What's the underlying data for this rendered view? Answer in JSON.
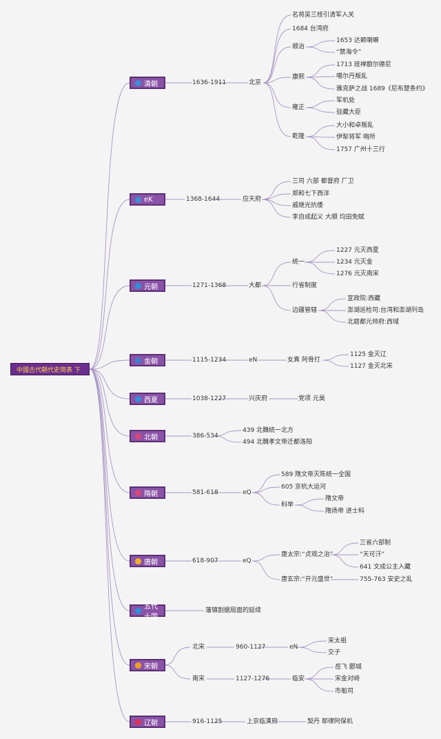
{
  "root": "中國古代朝代史简表 下",
  "dynasties": [
    {
      "name": "清朝",
      "icon": "water-drop-icon",
      "icon_color": "#3a8fd6",
      "branch": [
        "1636-1911",
        "北京"
      ],
      "items": [
        "名将吴三桂引清军入关",
        "1684 台湾府",
        "顺治",
        "1653 达赖喇嘛",
        "“禁海令”",
        "康熙",
        "1713 班禅额尔德尼",
        "噶尔丹叛乱",
        "雅克萨之战 1689《尼布楚条约》",
        "雍正",
        "军机处",
        "驻藏大臣",
        "乾隆",
        "大小和卓叛乱",
        "伊犁将军 哨所",
        "1757 广州十三行"
      ]
    },
    {
      "name": "eK",
      "icon": "water-drop-icon",
      "icon_color": "#3a8fd6",
      "branch": [
        "1368-1644",
        "应天府"
      ],
      "items": [
        "三司 六部 都督府 厂卫",
        "郑和七下西洋",
        "戚继光抗倭",
        "李自成起义 大顺 均田免赋"
      ]
    },
    {
      "name": "元朝",
      "icon": "circle-icon",
      "icon_color": "#2f8fd9",
      "branch": [
        "1271-1368",
        "大都"
      ],
      "items": [
        "统一",
        "1227 元灭西夏",
        "1234 元灭金",
        "1276 元灭南宋",
        "行省制度",
        "边疆管辖",
        "宣政院:西藏",
        "澎湖巡检司:台湾和澎湖列岛",
        "北庭都元帅府:西域"
      ]
    },
    {
      "name": "金朝",
      "icon": "gear-icon",
      "icon_color": "#3f7fd0",
      "branch": [
        "1115-1234",
        "eN",
        "女真 阿骨打"
      ],
      "items": [
        "1125 金灭辽",
        "1127 金灭北宋"
      ]
    },
    {
      "name": "西夏",
      "icon": "square-icon",
      "icon_color": "#2e90d8",
      "branch": [
        "1038-1227",
        "兴庆府",
        "党项 元昊"
      ],
      "items": []
    },
    {
      "name": "北朝",
      "icon": "ring-icon",
      "icon_color": "#d9477a",
      "branch": [
        "386-534"
      ],
      "items": [
        "439 北魏统一北方",
        "494 北魏孝文帝迁都洛阳"
      ]
    },
    {
      "name": "隋朝",
      "icon": "ring-icon",
      "icon_color": "#d9477a",
      "branch": [
        "581-618",
        "eQ"
      ],
      "items": [
        "589 隋文帝灭陈统一全国",
        "605 京杭大运河",
        "科举",
        "隋文帝",
        "隋炀帝 进士科"
      ]
    },
    {
      "name": "唐朝",
      "icon": "gem-icon",
      "icon_color": "#f0b323",
      "branch": [
        "618-907",
        "eQ"
      ],
      "items": [
        "唐太宗:“贞观之治”",
        "三省六部制",
        "“天可汗”",
        "641 文成公主入藏",
        "唐玄宗:“开元盛世”",
        "755-763 安史之乱"
      ]
    },
    {
      "name": "五代十国",
      "icon": "square-icon",
      "icon_color": "#2e90d8",
      "branch": [
        "藩镇割据局面的延续"
      ],
      "items": []
    },
    {
      "name": "宋朝",
      "icon": "flower-icon",
      "icon_color": "#f0a020",
      "branch": [
        "北宋",
        "960-1127",
        "eN",
        "南宋",
        "1127-1276",
        "临安"
      ],
      "items": [
        "宋太祖",
        "交子",
        "岳飞 郾城",
        "宋金对峙",
        "市舶司"
      ]
    },
    {
      "name": "辽朝",
      "icon": "heart-icon",
      "icon_color": "#d9335a",
      "branch": [
        "916-1125",
        "上京临潢府",
        "契丹 耶律阿保机"
      ],
      "items": []
    }
  ]
}
